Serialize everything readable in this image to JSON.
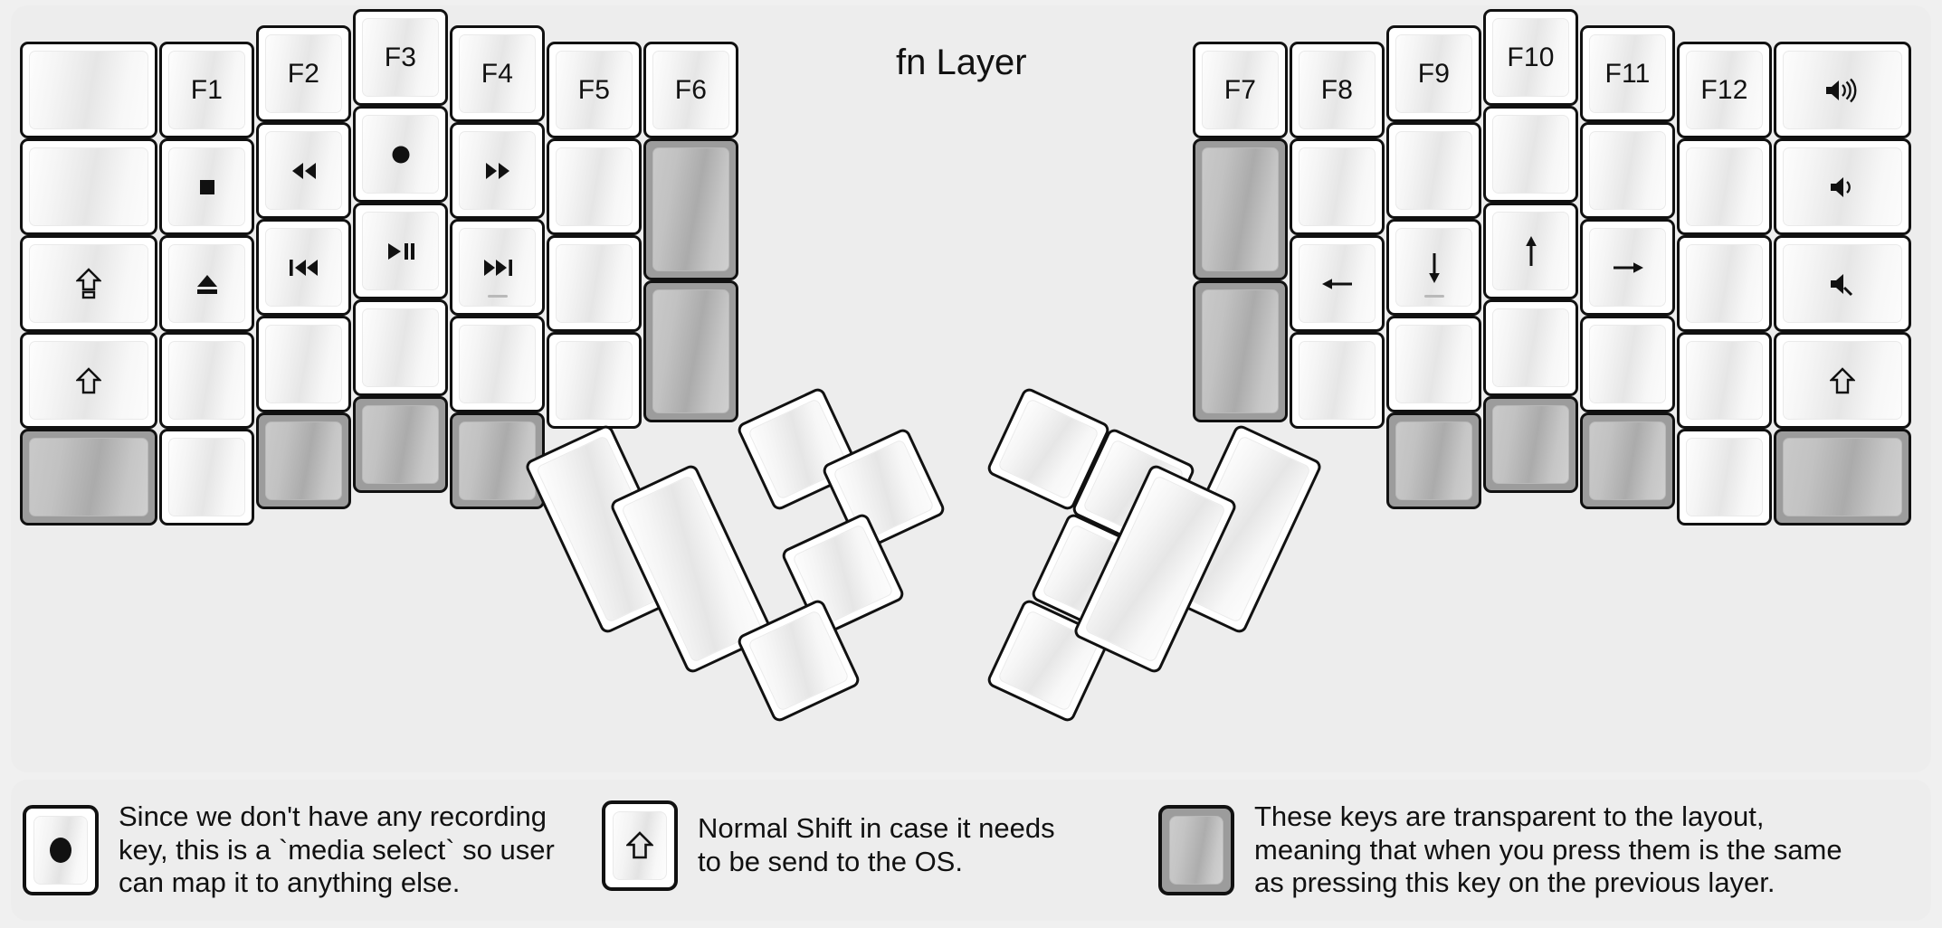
{
  "title": "fn Layer",
  "colors": {
    "background": "#f0f0f0",
    "panel": "#ededed",
    "key_border": "#111111",
    "key_face_light": "#fdfdfd",
    "key_face_shade": "#e6e6e6",
    "transparent_key": "#9c9c9c",
    "glyph": "#111111"
  },
  "legend": {
    "items": [
      {
        "key_icon": "record-dot-icon",
        "key_type": "normal",
        "text": "Since we don't have any recording\nkey, this is a `media select` so user\ncan map it to anything else."
      },
      {
        "key_icon": "shift-arrow-icon",
        "key_type": "normal",
        "text": "Normal Shift in case it needs\nto be send to the OS."
      },
      {
        "key_icon": "blank-icon",
        "key_type": "transparent",
        "text": "These keys are transparent to the layout,\nmeaning that when you press them is the same\nas pressing this key on the previous layer."
      }
    ]
  },
  "keyboard": {
    "left_half": {
      "columns": [
        {
          "name": "outer-column",
          "keys": [
            {
              "label": "",
              "icon": "blank-icon",
              "type": "normal"
            },
            {
              "label": "",
              "icon": "blank-icon",
              "type": "normal"
            },
            {
              "label": "",
              "icon": "caps-lock-icon",
              "type": "normal"
            },
            {
              "label": "",
              "icon": "shift-arrow-icon",
              "type": "normal"
            },
            {
              "label": "",
              "icon": "blank-icon",
              "type": "transparent"
            }
          ]
        },
        {
          "name": "column-f1",
          "keys": [
            {
              "label": "F1",
              "icon": "",
              "type": "normal"
            },
            {
              "label": "",
              "icon": "media-stop-icon",
              "type": "normal"
            },
            {
              "label": "",
              "icon": "media-eject-icon",
              "type": "normal"
            },
            {
              "label": "",
              "icon": "blank-icon",
              "type": "normal"
            },
            {
              "label": "",
              "icon": "blank-icon",
              "type": "normal"
            }
          ]
        },
        {
          "name": "column-f2",
          "keys": [
            {
              "label": "F2",
              "icon": "",
              "type": "normal"
            },
            {
              "label": "",
              "icon": "media-rewind-icon",
              "type": "normal"
            },
            {
              "label": "",
              "icon": "media-prev-track-icon",
              "type": "normal"
            },
            {
              "label": "",
              "icon": "blank-icon",
              "type": "normal"
            },
            {
              "label": "",
              "icon": "blank-icon",
              "type": "transparent"
            }
          ]
        },
        {
          "name": "column-f3",
          "keys": [
            {
              "label": "F3",
              "icon": "",
              "type": "normal"
            },
            {
              "label": "",
              "icon": "media-record-icon",
              "type": "normal"
            },
            {
              "label": "",
              "icon": "media-play-pause-icon",
              "type": "normal"
            },
            {
              "label": "",
              "icon": "blank-icon",
              "type": "normal"
            },
            {
              "label": "",
              "icon": "blank-icon",
              "type": "transparent"
            }
          ]
        },
        {
          "name": "column-f4",
          "keys": [
            {
              "label": "F4",
              "icon": "",
              "type": "normal"
            },
            {
              "label": "",
              "icon": "media-fast-forward-icon",
              "type": "normal"
            },
            {
              "label": "",
              "icon": "media-next-track-icon",
              "type": "normal",
              "homing": true
            },
            {
              "label": "",
              "icon": "blank-icon",
              "type": "normal"
            },
            {
              "label": "",
              "icon": "blank-icon",
              "type": "transparent"
            }
          ]
        },
        {
          "name": "column-f5",
          "keys": [
            {
              "label": "F5",
              "icon": "",
              "type": "normal"
            },
            {
              "label": "",
              "icon": "blank-icon",
              "type": "normal"
            },
            {
              "label": "",
              "icon": "blank-icon",
              "type": "normal"
            },
            {
              "label": "",
              "icon": "blank-icon",
              "type": "normal"
            }
          ]
        },
        {
          "name": "column-f6",
          "keys": [
            {
              "label": "F6",
              "icon": "",
              "type": "normal"
            },
            {
              "label": "",
              "icon": "blank-icon",
              "type": "transparent",
              "tall": true
            },
            {
              "label": "",
              "icon": "blank-icon",
              "type": "transparent",
              "tall": true
            }
          ]
        }
      ],
      "thumb_cluster": [
        {
          "name": "thumb-big-1",
          "icon": "blank-icon",
          "type": "normal"
        },
        {
          "name": "thumb-big-2",
          "icon": "blank-icon",
          "type": "normal"
        },
        {
          "name": "thumb-small-1",
          "icon": "blank-icon",
          "type": "normal"
        },
        {
          "name": "thumb-small-2",
          "icon": "blank-icon",
          "type": "normal"
        },
        {
          "name": "thumb-small-3",
          "icon": "blank-icon",
          "type": "normal"
        },
        {
          "name": "thumb-small-4",
          "icon": "blank-icon",
          "type": "normal"
        }
      ]
    },
    "right_half": {
      "columns": [
        {
          "name": "column-f7",
          "keys": [
            {
              "label": "F7",
              "icon": "",
              "type": "normal"
            },
            {
              "label": "",
              "icon": "blank-icon",
              "type": "transparent",
              "tall": true
            },
            {
              "label": "",
              "icon": "blank-icon",
              "type": "transparent",
              "tall": true
            }
          ]
        },
        {
          "name": "column-f8",
          "keys": [
            {
              "label": "F8",
              "icon": "",
              "type": "normal"
            },
            {
              "label": "",
              "icon": "blank-icon",
              "type": "normal"
            },
            {
              "label": "",
              "icon": "arrow-left-icon",
              "type": "normal"
            },
            {
              "label": "",
              "icon": "blank-icon",
              "type": "normal"
            }
          ]
        },
        {
          "name": "column-f9",
          "keys": [
            {
              "label": "F9",
              "icon": "",
              "type": "normal"
            },
            {
              "label": "",
              "icon": "blank-icon",
              "type": "normal"
            },
            {
              "label": "",
              "icon": "arrow-down-icon",
              "type": "normal",
              "homing": true
            },
            {
              "label": "",
              "icon": "blank-icon",
              "type": "normal"
            },
            {
              "label": "",
              "icon": "blank-icon",
              "type": "transparent"
            }
          ]
        },
        {
          "name": "column-f10",
          "keys": [
            {
              "label": "F10",
              "icon": "",
              "type": "normal"
            },
            {
              "label": "",
              "icon": "blank-icon",
              "type": "normal"
            },
            {
              "label": "",
              "icon": "arrow-up-icon",
              "type": "normal"
            },
            {
              "label": "",
              "icon": "blank-icon",
              "type": "normal"
            },
            {
              "label": "",
              "icon": "blank-icon",
              "type": "transparent"
            }
          ]
        },
        {
          "name": "column-f11",
          "keys": [
            {
              "label": "F11",
              "icon": "",
              "type": "normal"
            },
            {
              "label": "",
              "icon": "blank-icon",
              "type": "normal"
            },
            {
              "label": "",
              "icon": "arrow-right-icon",
              "type": "normal"
            },
            {
              "label": "",
              "icon": "blank-icon",
              "type": "normal"
            },
            {
              "label": "",
              "icon": "blank-icon",
              "type": "transparent"
            }
          ]
        },
        {
          "name": "column-f12",
          "keys": [
            {
              "label": "F12",
              "icon": "",
              "type": "normal"
            },
            {
              "label": "",
              "icon": "blank-icon",
              "type": "normal"
            },
            {
              "label": "",
              "icon": "blank-icon",
              "type": "normal"
            },
            {
              "label": "",
              "icon": "blank-icon",
              "type": "normal"
            },
            {
              "label": "",
              "icon": "blank-icon",
              "type": "normal"
            }
          ]
        },
        {
          "name": "outer-column",
          "keys": [
            {
              "label": "",
              "icon": "volume-up-icon",
              "type": "normal"
            },
            {
              "label": "",
              "icon": "volume-down-icon",
              "type": "normal"
            },
            {
              "label": "",
              "icon": "volume-mute-icon",
              "type": "normal"
            },
            {
              "label": "",
              "icon": "shift-arrow-icon",
              "type": "normal"
            },
            {
              "label": "",
              "icon": "blank-icon",
              "type": "transparent"
            }
          ]
        }
      ],
      "thumb_cluster": [
        {
          "name": "thumb-small-1",
          "icon": "blank-icon",
          "type": "normal"
        },
        {
          "name": "thumb-small-2",
          "icon": "blank-icon",
          "type": "normal"
        },
        {
          "name": "thumb-small-3",
          "icon": "blank-icon",
          "type": "normal"
        },
        {
          "name": "thumb-small-4",
          "icon": "blank-icon",
          "type": "normal"
        },
        {
          "name": "thumb-big-1",
          "icon": "blank-icon",
          "type": "normal"
        },
        {
          "name": "thumb-big-2",
          "icon": "blank-icon",
          "type": "normal"
        }
      ]
    }
  }
}
